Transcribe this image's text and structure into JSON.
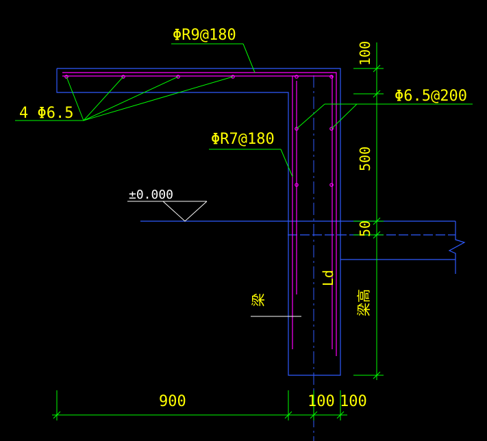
{
  "drawing": {
    "colors": {
      "background": "#000000",
      "outline": "#2f5bff",
      "rebar": "#ff00ff",
      "leader": "#00ff00",
      "dimension": "#00ff00",
      "text": "#ffff00",
      "centerline": "#2f5bff",
      "white": "#ffffff"
    },
    "labels": {
      "slab_rebar": "ΦR9@180",
      "top_bars": "4 Φ6.5",
      "wall_rebar": "ΦR7@180",
      "stirrup": "Φ6.5@200",
      "elevation": "±0.000",
      "beam": "梁",
      "beam_height": "梁高",
      "anchorage": "Ld"
    },
    "dimensions": {
      "top_100": "100",
      "mid_500": "500",
      "small_50": "50",
      "bottom_900": "900",
      "bottom_100a": "100",
      "bottom_100b": "100"
    }
  }
}
